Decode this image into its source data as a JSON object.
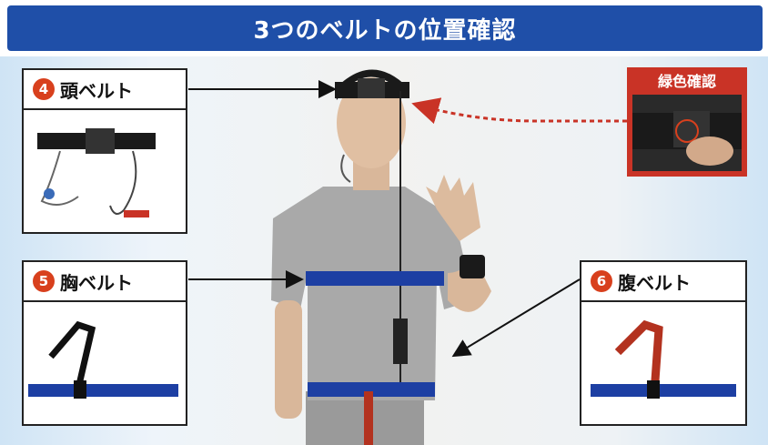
{
  "header": {
    "title": "3つのベルトの位置確認"
  },
  "cards": {
    "head": {
      "number": "4",
      "label": "頭ベルト"
    },
    "chest": {
      "number": "5",
      "label": "胸ベルト"
    },
    "abdomen": {
      "number": "6",
      "label": "腹ベルト"
    }
  },
  "green_check": {
    "label": "緑色確認"
  },
  "colors": {
    "header_bg": "#1f4fa8",
    "number_badge": "#d8401d",
    "arrow_red": "#c93326",
    "belt_blue": "#1d3fa3",
    "belt_red": "#b3321f"
  }
}
